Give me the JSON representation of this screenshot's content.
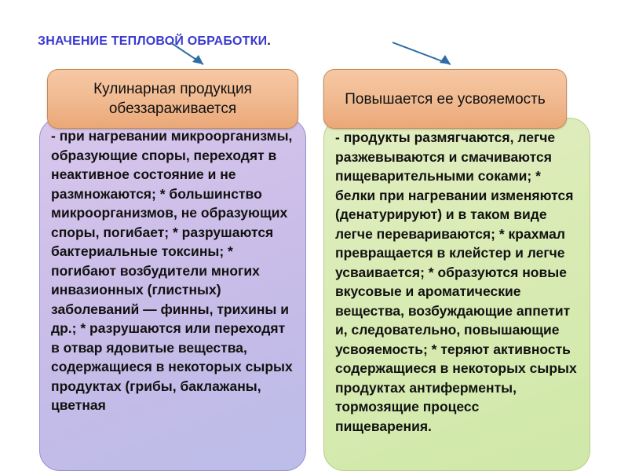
{
  "slide": {
    "title_main": "ЗНАЧЕНИЕ ТЕПЛОВОЙ ОБРАБОТКИ",
    "title_period": ".",
    "accent_color": "#3a3ad0",
    "arrow_color": "#2e6da4",
    "left_header": "Кулинарная продукция обеззараживается",
    "right_header": "Повышается ее усвояемость",
    "left_body": "- при нагревании микроорганизмы, образующие споры, переходят в неактивное состояние и не размножаются; * большинство микроорганизмов, не образующих споры, погибает; * разрушаются бактериальные токсины; * погибают возбудители многих инвазионных (глистных) заболеваний — финны, трихины и др.; * разрушаются или переходят в отвар ядовитые вещества, содержащиеся в некоторых сырых продуктах (грибы, баклажаны, цветная",
    "right_body": "- продукты размягчаются, легче разжевываются и смачиваются пищеварительными соками; * белки при нагревании изменяются (денатурируют) и в таком виде легче перевариваются; * крахмал превращается в клейстер и легче усваивается; * образуются новые вкусовые и ароматические вещества, возбуждающие аппетит и, следовательно, повышающие усвояемость; * теряют активность содержащиеся в некоторых сырых продуктах антиферменты, тормозящие процесс пищеварения."
  }
}
